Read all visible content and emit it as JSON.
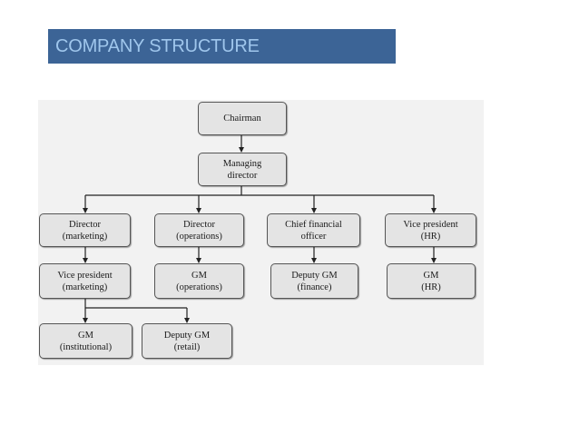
{
  "slide": {
    "title": "COMPANY STRUCTURE",
    "title_color": "#9fc6ec",
    "title_bar_color": "#3c6496"
  },
  "org_chart": {
    "nodes": {
      "chairman": [
        "Chairman"
      ],
      "managing_director": [
        "Managing",
        "director"
      ],
      "director_marketing": [
        "Director",
        "(marketing)"
      ],
      "director_operations": [
        "Director",
        "(operations)"
      ],
      "cfo": [
        "Chief financial",
        "officer"
      ],
      "vp_hr": [
        "Vice president",
        "(HR)"
      ],
      "vp_marketing": [
        "Vice president",
        "(marketing)"
      ],
      "gm_operations": [
        "GM",
        "(operations)"
      ],
      "deputy_gm_finance": [
        "Deputy GM",
        "(finance)"
      ],
      "gm_hr": [
        "GM",
        "(HR)"
      ],
      "gm_institutional": [
        "GM",
        "(institutional)"
      ],
      "deputy_gm_retail": [
        "Deputy GM",
        "(retail)"
      ]
    },
    "edges": [
      [
        "chairman",
        "managing_director"
      ],
      [
        "managing_director",
        "director_marketing"
      ],
      [
        "managing_director",
        "director_operations"
      ],
      [
        "managing_director",
        "cfo"
      ],
      [
        "managing_director",
        "vp_hr"
      ],
      [
        "director_marketing",
        "vp_marketing"
      ],
      [
        "director_operations",
        "gm_operations"
      ],
      [
        "cfo",
        "deputy_gm_finance"
      ],
      [
        "vp_hr",
        "gm_hr"
      ],
      [
        "vp_marketing",
        "gm_institutional"
      ],
      [
        "vp_marketing",
        "deputy_gm_retail"
      ]
    ]
  }
}
